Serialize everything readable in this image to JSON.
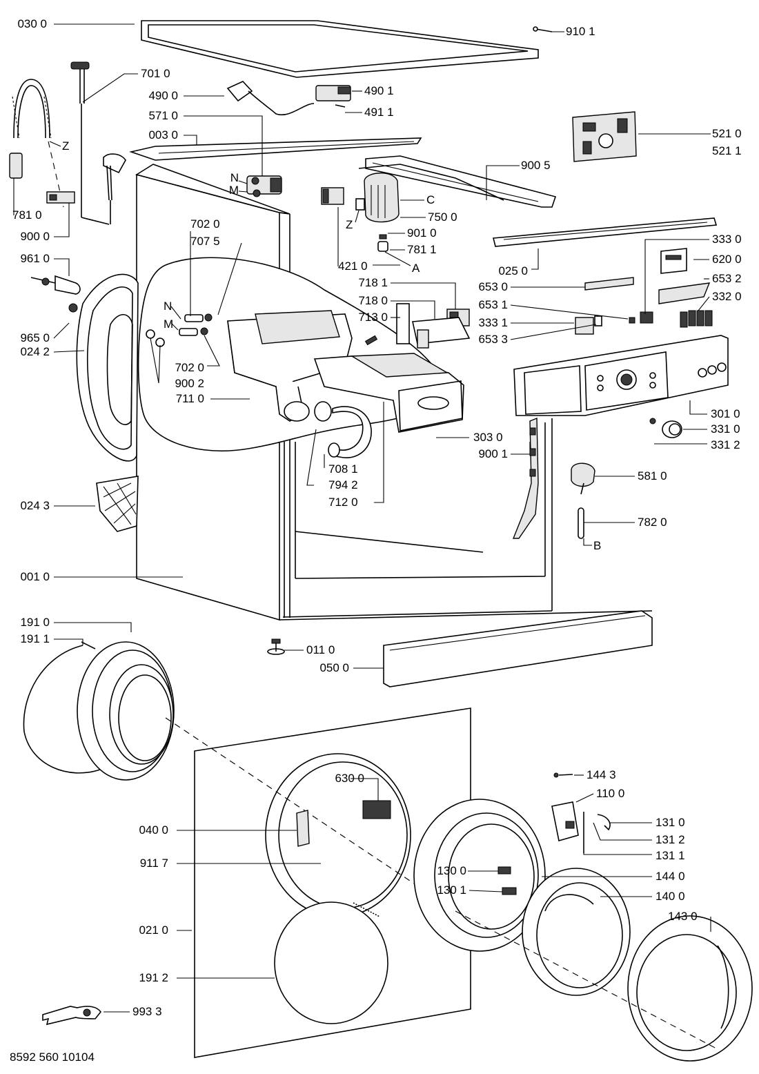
{
  "footer_code": "8592 560 10104",
  "labels": [
    {
      "id": "l0300",
      "text": "030 0"
    },
    {
      "id": "l9101",
      "text": "910 1"
    },
    {
      "id": "l7010",
      "text": "701 0"
    },
    {
      "id": "l4900",
      "text": "490 0"
    },
    {
      "id": "l4901",
      "text": "490 1"
    },
    {
      "id": "l5710",
      "text": "571 0"
    },
    {
      "id": "l4911",
      "text": "491 1"
    },
    {
      "id": "l0030",
      "text": "003 0"
    },
    {
      "id": "l5210",
      "text": "521 0"
    },
    {
      "id": "l5211",
      "text": "521 1"
    },
    {
      "id": "lZ1",
      "text": "Z"
    },
    {
      "id": "l9005",
      "text": "900 5"
    },
    {
      "id": "lN1",
      "text": "N"
    },
    {
      "id": "lM1",
      "text": "M"
    },
    {
      "id": "lC",
      "text": "C"
    },
    {
      "id": "l7500",
      "text": "750 0"
    },
    {
      "id": "l7810a",
      "text": "781 0"
    },
    {
      "id": "lZ2",
      "text": "Z"
    },
    {
      "id": "l9010",
      "text": "901 0"
    },
    {
      "id": "l9000",
      "text": "900 0"
    },
    {
      "id": "l7020a",
      "text": "702 0"
    },
    {
      "id": "l7811",
      "text": "781 1"
    },
    {
      "id": "l7075",
      "text": "707 5"
    },
    {
      "id": "l3330",
      "text": "333 0"
    },
    {
      "id": "l4210",
      "text": "421 0"
    },
    {
      "id": "lA",
      "text": "A"
    },
    {
      "id": "l6200",
      "text": "620 0"
    },
    {
      "id": "l9610",
      "text": "961 0"
    },
    {
      "id": "l0250",
      "text": "025 0"
    },
    {
      "id": "l7181",
      "text": "718 1"
    },
    {
      "id": "l6530",
      "text": "653 0"
    },
    {
      "id": "l6532",
      "text": "653 2"
    },
    {
      "id": "l3320",
      "text": "332 0"
    },
    {
      "id": "l7180",
      "text": "718 0"
    },
    {
      "id": "l6531",
      "text": "653 1"
    },
    {
      "id": "lN2",
      "text": "N"
    },
    {
      "id": "l7130",
      "text": "713 0"
    },
    {
      "id": "lM2",
      "text": "M"
    },
    {
      "id": "l3331",
      "text": "333 1"
    },
    {
      "id": "l9650",
      "text": "965 0"
    },
    {
      "id": "l6533",
      "text": "653 3"
    },
    {
      "id": "l0242",
      "text": "024 2"
    },
    {
      "id": "l7020b",
      "text": "702 0"
    },
    {
      "id": "l9002",
      "text": "900 2"
    },
    {
      "id": "l7110",
      "text": "711 0"
    },
    {
      "id": "l3010",
      "text": "301 0"
    },
    {
      "id": "l3310",
      "text": "331 0"
    },
    {
      "id": "l3030",
      "text": "303 0"
    },
    {
      "id": "l3312",
      "text": "331 2"
    },
    {
      "id": "l9001",
      "text": "900 1"
    },
    {
      "id": "l7081",
      "text": "708 1"
    },
    {
      "id": "l5810",
      "text": "581 0"
    },
    {
      "id": "l7942",
      "text": "794 2"
    },
    {
      "id": "l7120",
      "text": "712 0"
    },
    {
      "id": "l0243",
      "text": "024 3"
    },
    {
      "id": "l7820",
      "text": "782 0"
    },
    {
      "id": "lB",
      "text": "B"
    },
    {
      "id": "l0010",
      "text": "001 0"
    },
    {
      "id": "l1910",
      "text": "191 0"
    },
    {
      "id": "l1911",
      "text": "191 1"
    },
    {
      "id": "l0110",
      "text": "011 0"
    },
    {
      "id": "l0500",
      "text": "050 0"
    },
    {
      "id": "l1443",
      "text": "144 3"
    },
    {
      "id": "l6300",
      "text": "630 0"
    },
    {
      "id": "l1100",
      "text": "110 0"
    },
    {
      "id": "l0400",
      "text": "040 0"
    },
    {
      "id": "l1310",
      "text": "131 0"
    },
    {
      "id": "l1312",
      "text": "131 2"
    },
    {
      "id": "l1311",
      "text": "131 1"
    },
    {
      "id": "l9117",
      "text": "911 7"
    },
    {
      "id": "l1300",
      "text": "130 0"
    },
    {
      "id": "l1440",
      "text": "144 0"
    },
    {
      "id": "l1301",
      "text": "130 1"
    },
    {
      "id": "l1400",
      "text": "140 0"
    },
    {
      "id": "l0210",
      "text": "021 0"
    },
    {
      "id": "l1430",
      "text": "143 0"
    },
    {
      "id": "l1912",
      "text": "191 2"
    },
    {
      "id": "l9933",
      "text": "993 3"
    }
  ]
}
